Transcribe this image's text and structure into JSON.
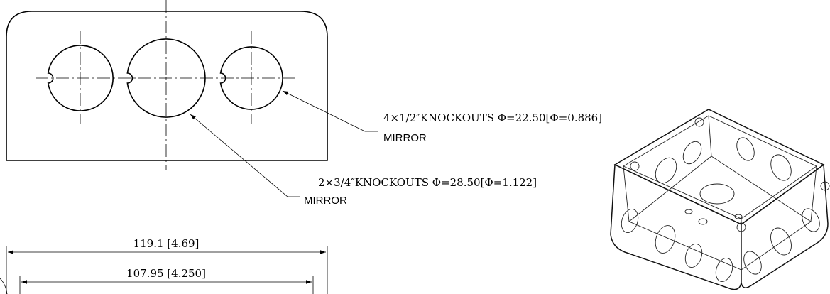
{
  "callouts": {
    "small_knockouts": {
      "spec": "4×1/2″KNOCKOUTS  Φ=22.50[Φ=0.886]",
      "note": "MIRROR"
    },
    "large_knockouts": {
      "spec": "2×3/4″KNOCKOUTS  Φ=28.50[Φ=1.122]",
      "note": "MIRROR"
    }
  },
  "dimensions": {
    "overall_width": "119.1 [4.69]",
    "inner_width": "107.95 [4.250]"
  }
}
